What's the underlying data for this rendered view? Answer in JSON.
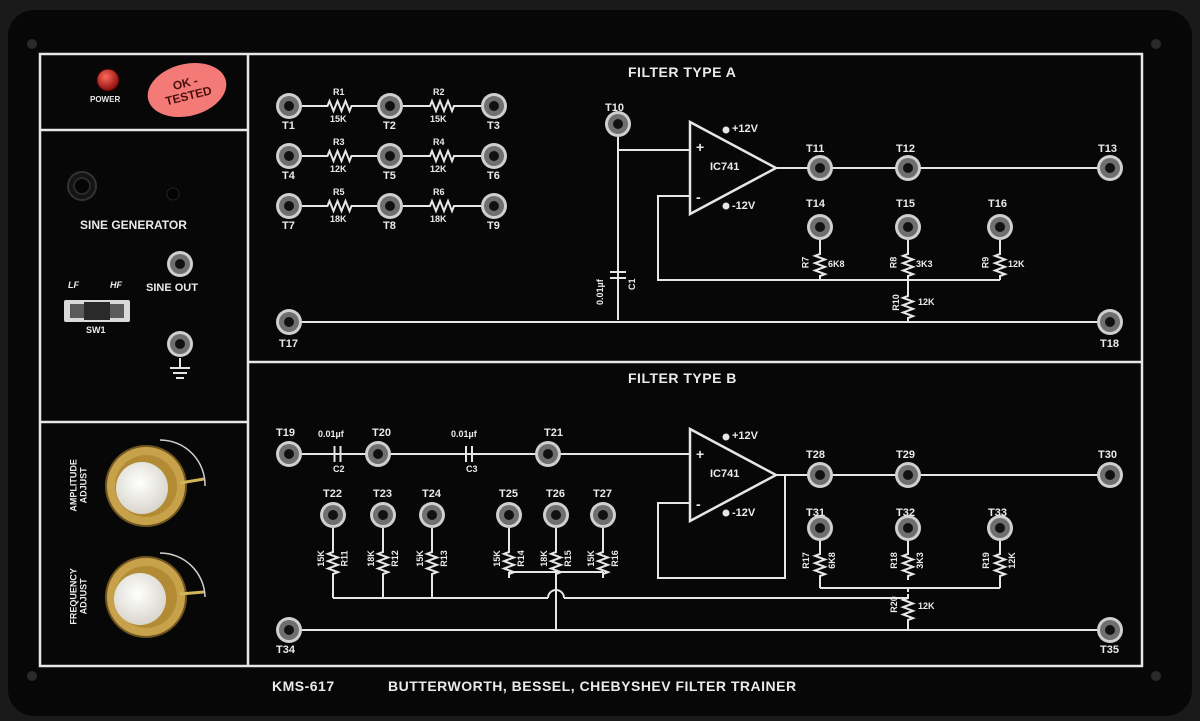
{
  "model": "KMS-617",
  "title": "BUTTERWORTH, BESSEL, CHEBYSHEV FILTER TRAINER",
  "power_label": "POWER",
  "sticker": {
    "line1": "OK -",
    "line2": "TESTED"
  },
  "sine_generator": "SINE GENERATOR",
  "sine_out": "SINE OUT",
  "switch": {
    "lf": "LF",
    "hf": "HF",
    "name": "SW1"
  },
  "knobs": {
    "amplitude": [
      "AMPLITUDE",
      "ADJUST"
    ],
    "frequency": [
      "FREQUENCY",
      "ADJUST"
    ]
  },
  "filter_a": {
    "title": "FILTER TYPE A",
    "ic": "IC741",
    "vplus": "+12V",
    "vminus": "-12V",
    "plus": "+",
    "minus": "-",
    "cap_value": "0.01µf",
    "cap_name": "C1",
    "resistors": [
      {
        "name": "R1",
        "value": "15K"
      },
      {
        "name": "R2",
        "value": "15K"
      },
      {
        "name": "R3",
        "value": "12K"
      },
      {
        "name": "R4",
        "value": "12K"
      },
      {
        "name": "R5",
        "value": "18K"
      },
      {
        "name": "R6",
        "value": "18K"
      },
      {
        "name": "R7",
        "value": "6K8"
      },
      {
        "name": "R8",
        "value": "3K3"
      },
      {
        "name": "R9",
        "value": "12K"
      },
      {
        "name": "R10",
        "value": "12K"
      }
    ],
    "terminals": [
      "T1",
      "T2",
      "T3",
      "T4",
      "T5",
      "T6",
      "T7",
      "T8",
      "T9",
      "T10",
      "T11",
      "T12",
      "T13",
      "T14",
      "T15",
      "T16",
      "T17",
      "T18"
    ]
  },
  "filter_b": {
    "title": "FILTER TYPE B",
    "ic": "IC741",
    "vplus": "+12V",
    "vminus": "-12V",
    "plus": "+",
    "minus": "-",
    "caps": [
      {
        "name": "C2",
        "value": "0.01µf"
      },
      {
        "name": "C3",
        "value": "0.01µf"
      }
    ],
    "resistors": [
      {
        "name": "R11",
        "value": "15K"
      },
      {
        "name": "R12",
        "value": "18K"
      },
      {
        "name": "R13",
        "value": "15K"
      },
      {
        "name": "R14",
        "value": "15K"
      },
      {
        "name": "R15",
        "value": "18K"
      },
      {
        "name": "R16",
        "value": "15K"
      },
      {
        "name": "R17",
        "value": "6K8"
      },
      {
        "name": "R18",
        "value": "3K3"
      },
      {
        "name": "R19",
        "value": "12K"
      },
      {
        "name": "R20",
        "value": "12K"
      }
    ],
    "terminals": [
      "T19",
      "T20",
      "T21",
      "T22",
      "T23",
      "T24",
      "T25",
      "T26",
      "T27",
      "T28",
      "T29",
      "T30",
      "T31",
      "T32",
      "T33",
      "T34",
      "T35"
    ]
  }
}
